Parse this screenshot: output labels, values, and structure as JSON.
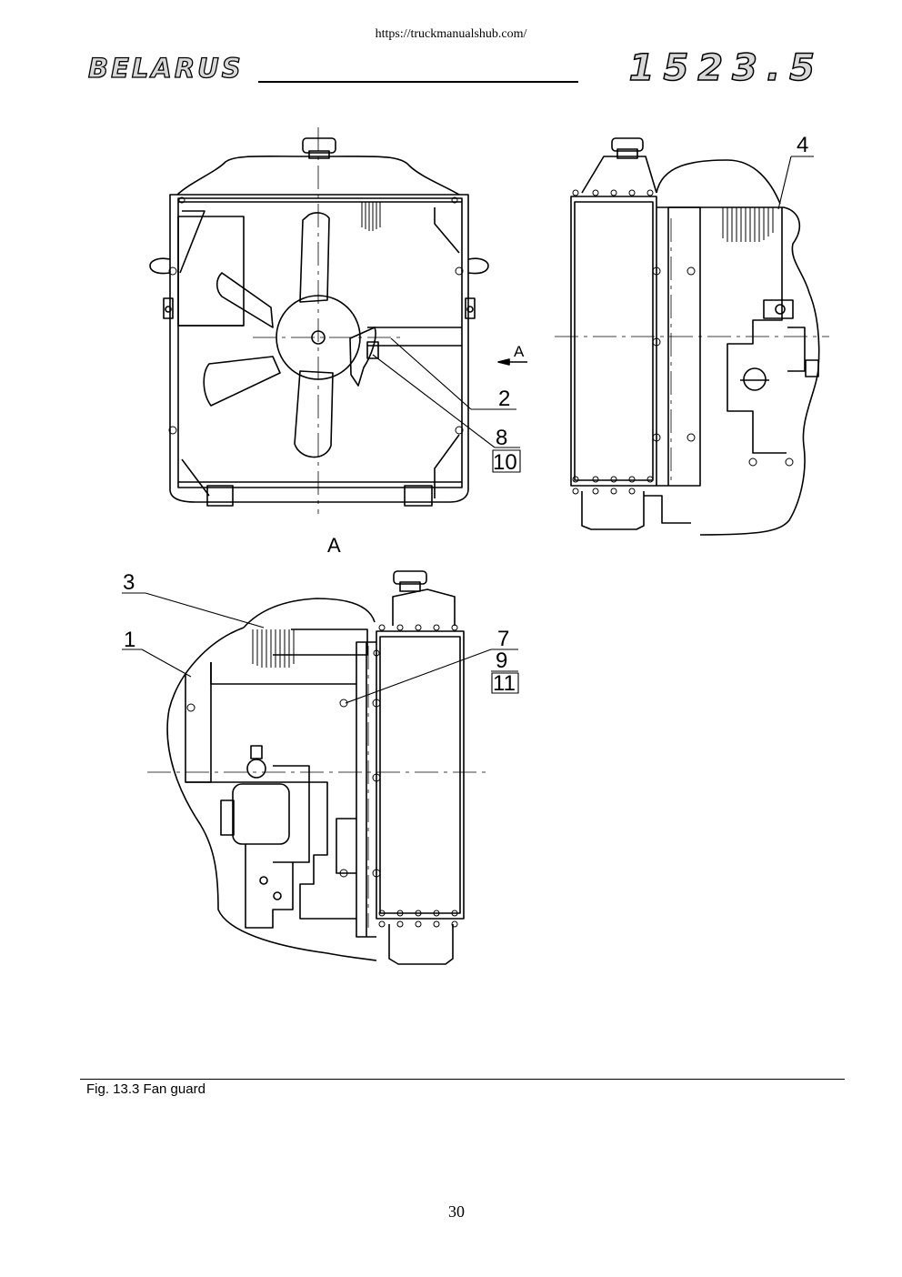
{
  "header": {
    "url": "https://truckmanualshub.com/",
    "brand": "BELARUS",
    "model": "1523.5"
  },
  "figure": {
    "view_letter": "A",
    "section_letter": "A",
    "callouts": {
      "c1": "1",
      "c2": "2",
      "c3": "3",
      "c4": "4",
      "c7": "7",
      "c8": "8",
      "c9": "9",
      "c10": "10",
      "c11": "11"
    }
  },
  "caption": "Fig. 13.3 Fan guard",
  "page_number": "30"
}
